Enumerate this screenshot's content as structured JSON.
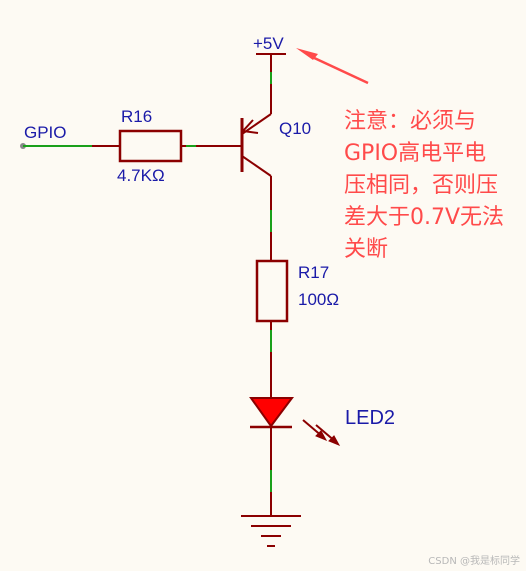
{
  "colors": {
    "background": "#fdfaf3",
    "wire": "#8b0000",
    "pin": "#1aa01a",
    "label": "#1a1aa8",
    "led_fill": "#ff0000",
    "annotation": "#ff4a4a",
    "watermark": "#b8b8b8"
  },
  "net": {
    "vcc_label": "+5V",
    "gpio_label": "GPIO"
  },
  "components": {
    "r16": {
      "ref": "R16",
      "value": "4.7KΩ"
    },
    "r17": {
      "ref": "R17",
      "value": "100Ω"
    },
    "q10": {
      "ref": "Q10"
    },
    "led2": {
      "ref": "LED2"
    }
  },
  "annotation": {
    "lines": [
      "注意：必须与",
      "GPIO高电平电",
      "压相同，否则压",
      "差大于0.7V无法",
      "关断"
    ]
  },
  "watermark": "CSDN @我是标同学",
  "icons": [
    "ground-icon",
    "arrow-icon",
    "led-arrows-icon"
  ]
}
